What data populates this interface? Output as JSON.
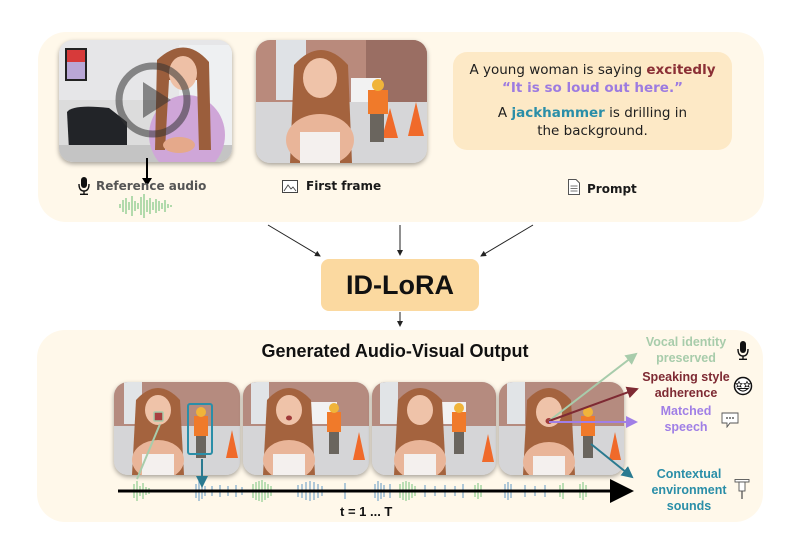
{
  "inputs": {
    "reference": {
      "label": "Reference audio",
      "icon": "microphone-icon"
    },
    "first_frame": {
      "label": "First frame",
      "icon": "image-icon"
    },
    "prompt": {
      "label": "Prompt",
      "icon": "document-icon",
      "line1_prefix": "A young woman is saying ",
      "line1_emphasis": "excitedly",
      "quote": "“It is so loud out here.”",
      "line2_prefix": "A ",
      "line2_emphasis": "jackhammer",
      "line2_suffix": " is drilling in the background."
    }
  },
  "model": {
    "label": "ID-LoRA"
  },
  "output": {
    "title": "Generated Audio-Visual Output",
    "time_label": "t = 1 ... T",
    "frames": [
      "frame-1",
      "frame-2",
      "frame-3",
      "frame-4"
    ],
    "annotations": [
      {
        "line1": "Vocal identity",
        "line2": "preserved",
        "color": "#a8ccab",
        "icon": "microphone-icon"
      },
      {
        "line1": "Speaking style",
        "line2": "adherence",
        "color": "#7e2a33",
        "icon": "star-struck-face-icon"
      },
      {
        "line1": "Matched",
        "line2": "speech",
        "color": "#a07fe6",
        "icon": "speech-bubble-icon"
      },
      {
        "line1": "Contextual",
        "line2": "environment",
        "line3": "sounds",
        "color": "#2a8ea8",
        "icon": "jackhammer-icon"
      }
    ]
  },
  "colors": {
    "panel_bg": "#fff8ea",
    "prompt_bg": "#fde9c6",
    "model_bg": "#fbd9a0",
    "waveform_green": "#9fd39d",
    "waveform_blue": "#8fb4cf"
  }
}
